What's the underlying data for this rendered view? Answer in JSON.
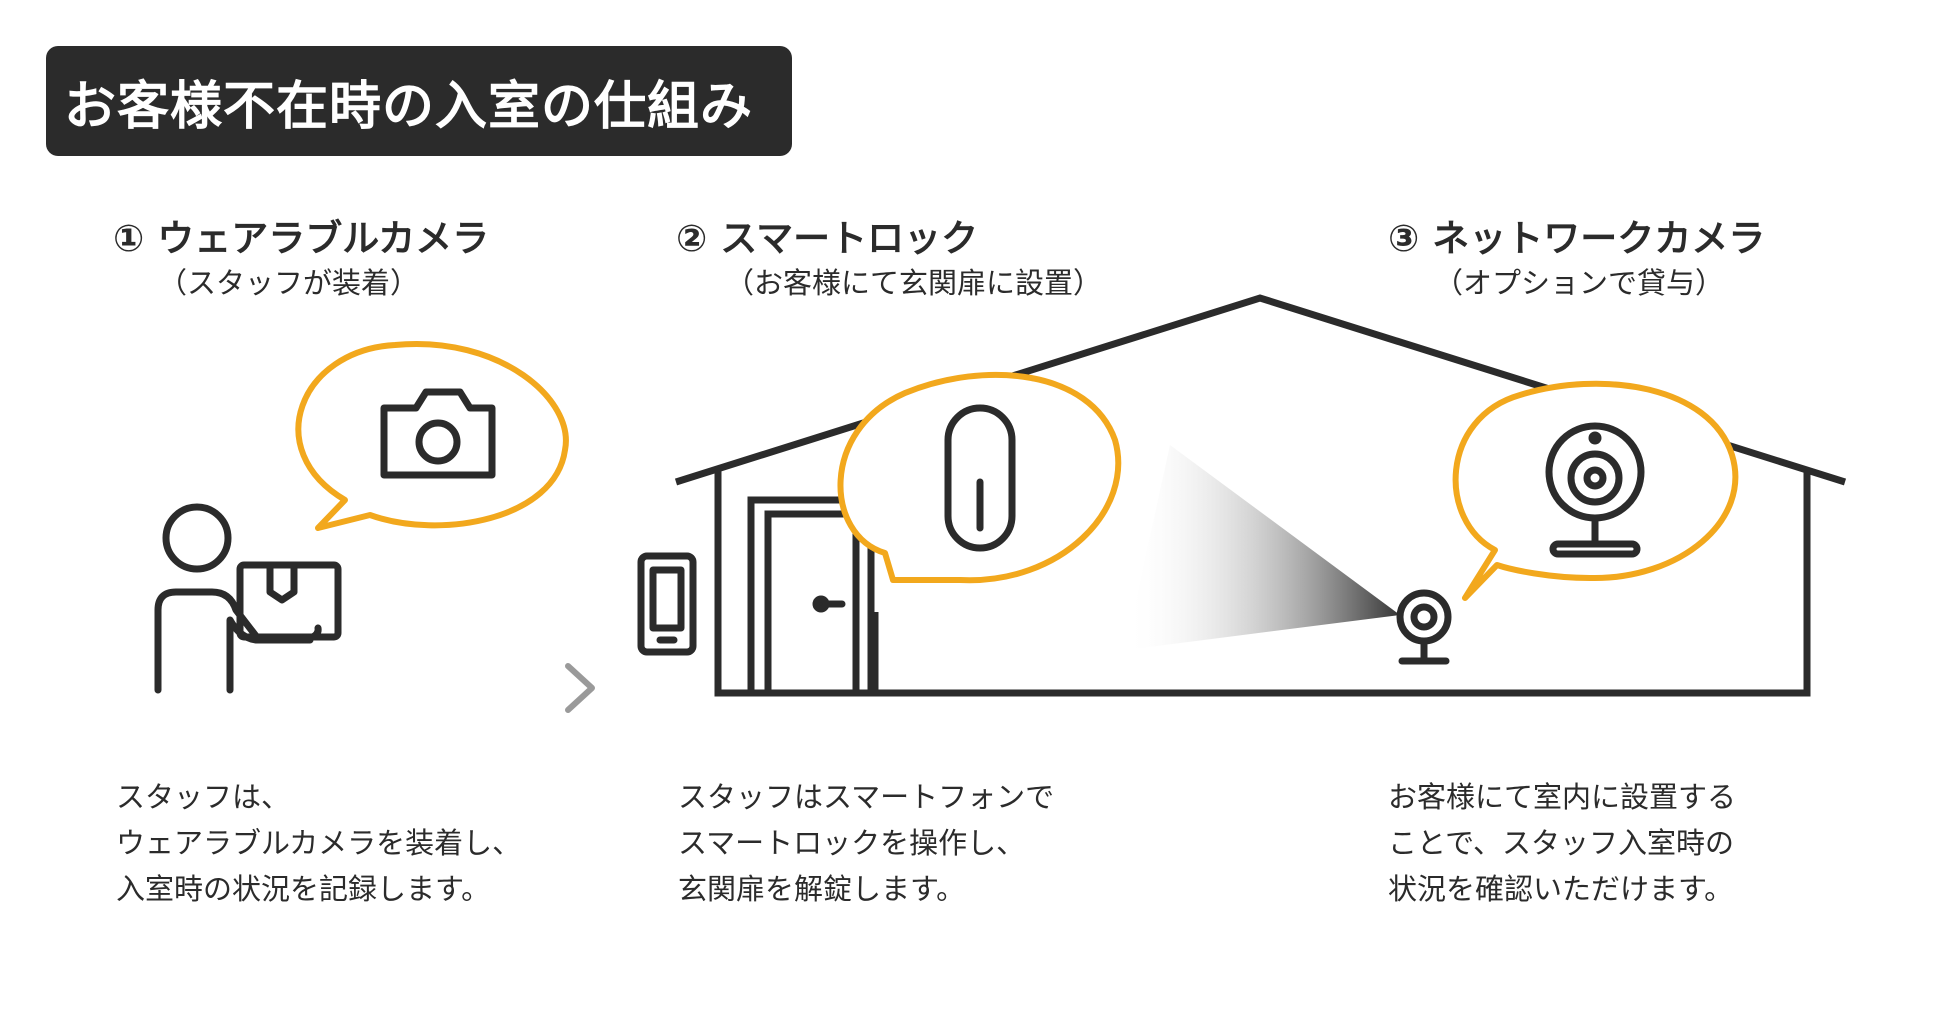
{
  "title": "お客様不在時の入室の仕組み",
  "steps": [
    {
      "heading": "① ウェアラブルカメラ",
      "sub": "（スタッフが装着）",
      "desc": [
        "スタッフは、",
        "ウェアラブルカメラを装着し、",
        "入室時の状況を記録します。"
      ]
    },
    {
      "heading": "② スマートロック",
      "sub": "（お客様にて玄関扉に設置）",
      "desc": [
        "スタッフはスマートフォンで",
        "スマートロックを操作し、",
        "玄関扉を解錠します。"
      ]
    },
    {
      "heading": "③ ネットワークカメラ",
      "sub": "（オプションで貸与）",
      "desc": [
        "お客様にて室内に設置する",
        "ことで、スタッフ入室時の",
        "状況を確認いただけます。"
      ]
    }
  ],
  "colors": {
    "accent": "#f2a81d",
    "ink": "#2b2b2b",
    "title_bg": "#2b2b2b",
    "arrow": "#9a9a9a"
  },
  "icons": [
    "camera-icon",
    "smart-lock-icon",
    "webcam-icon",
    "staff-person-icon",
    "smartphone-icon",
    "house-icon",
    "door-icon",
    "arrow-right-icon"
  ]
}
